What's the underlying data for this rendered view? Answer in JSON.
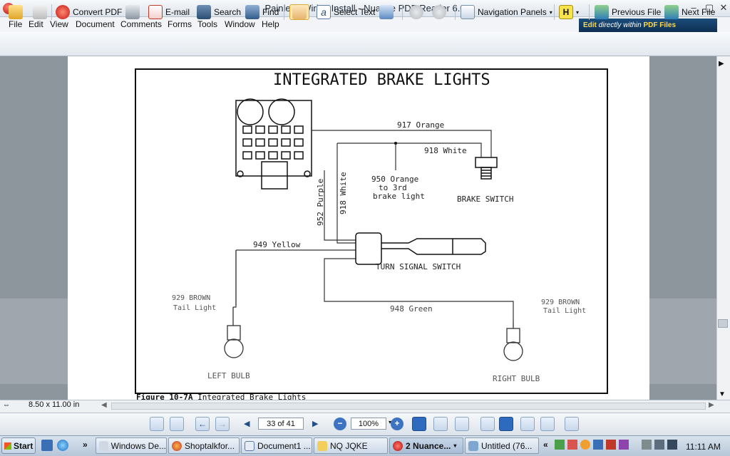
{
  "window": {
    "title": "Painless Wiring Install - Nuance PDF Reader 6.0"
  },
  "menu": [
    "File",
    "Edit",
    "View",
    "Document",
    "Comments",
    "Forms",
    "Tools",
    "Window",
    "Help"
  ],
  "banner": {
    "edit": "Edit",
    "middle": " directly within ",
    "pdf": "PDF Files"
  },
  "toolbar": {
    "convert": "Convert PDF",
    "email": "E-mail",
    "search": "Search",
    "find": "Find",
    "select_text": "Select Text",
    "nav_panels": "Navigation Panels",
    "prev_file": "Previous File",
    "next_file": "Next File"
  },
  "diagram": {
    "title": "INTEGRATED BRAKE LIGHTS",
    "w917": "917 Orange",
    "w918": "918 White",
    "w950a": "950 Orange",
    "w950b": "to 3rd",
    "w950c": "brake light",
    "brake_switch": "BRAKE SWITCH",
    "w952": "952 Purple",
    "w918v": "918 White",
    "w949": "949 Yellow",
    "turn_switch": "TURN SIGNAL SWITCH",
    "w929l": "929 BROWN",
    "tail_l": "Tail Light",
    "w948": "948 Green",
    "w929r": "929 BROWN",
    "tail_r": "Tail Light",
    "left_bulb": "LEFT BULB",
    "right_bulb": "RIGHT BULB",
    "caption_bold": "Figure 10-7A",
    "caption": " Integrated Brake Lights"
  },
  "status": {
    "page_size": "8.50 x 11.00 in"
  },
  "nav": {
    "page": "33 of 41",
    "zoom": "100%"
  },
  "taskbar": {
    "start": "Start",
    "tasks": [
      "Windows De...",
      "Shoptalkfor...",
      "Document1 ...",
      "NQ JQKE",
      "2 Nuance...",
      "Untitled (76..."
    ],
    "time": "11:11 AM"
  }
}
